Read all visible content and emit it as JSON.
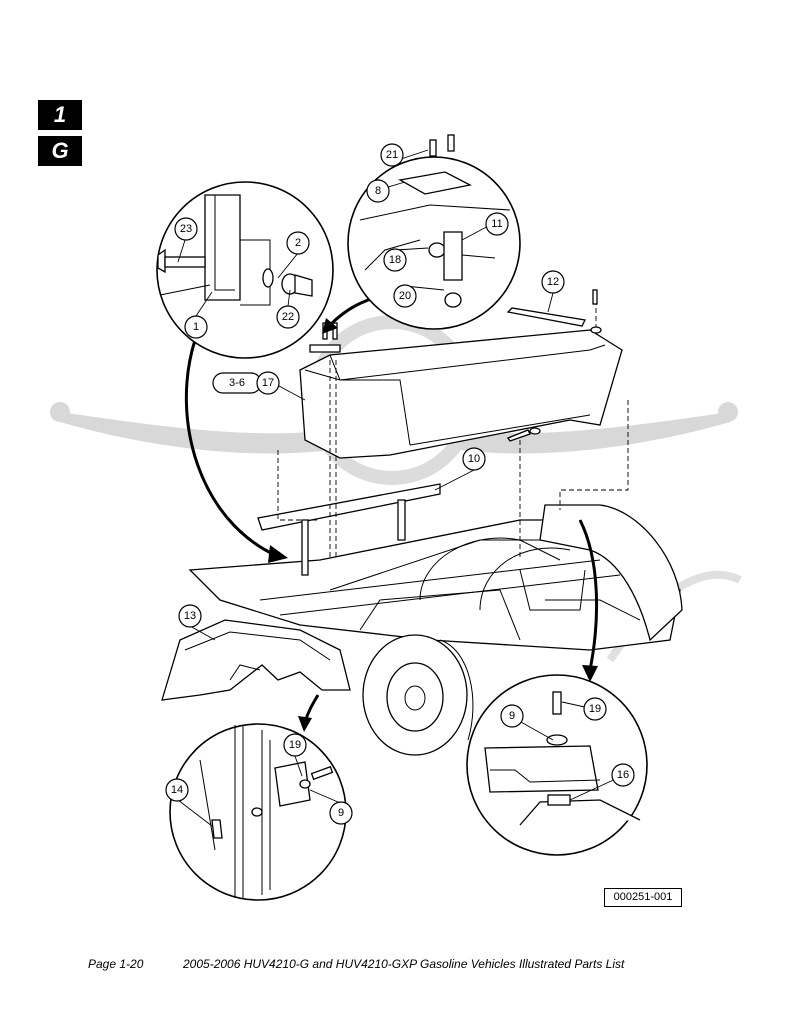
{
  "section_tab": "1",
  "model_tab": "G",
  "callouts": {
    "c1": "1",
    "c2": "2",
    "c3_6": "3-6",
    "c8": "8",
    "c9a": "9",
    "c9b": "9",
    "c10": "10",
    "c11": "11",
    "c12": "12",
    "c13": "13",
    "c14": "14",
    "c16": "16",
    "c17": "17",
    "c18": "18",
    "c19a": "19",
    "c19b": "19",
    "c20": "20",
    "c21": "21",
    "c22": "22",
    "c23": "23"
  },
  "figure_number": "000251-001",
  "footer": {
    "page": "Page 1-20",
    "title": "2005-2006 HUV4210-G and HUV4210-GXP Gasoline Vehicles Illustrated Parts List"
  }
}
